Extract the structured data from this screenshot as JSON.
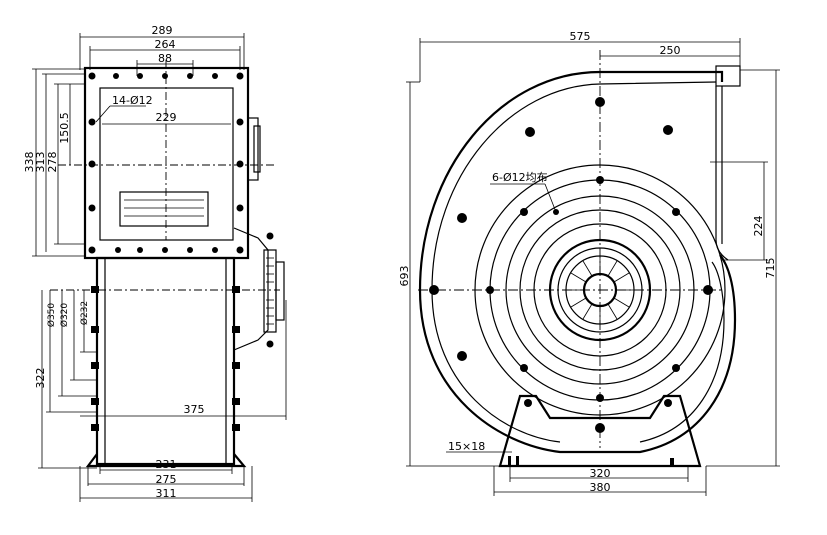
{
  "side_view": {
    "top_dims": [
      "289",
      "264",
      "88"
    ],
    "inner_width": "229",
    "hole_note": "14-Ø12",
    "left_heights": [
      "338",
      "313",
      "278",
      "150.5"
    ],
    "outlet_diams": [
      "Ø350",
      "Ø320",
      "Ø232"
    ],
    "lower_height": "322",
    "housing_width": "375",
    "base_dims": [
      "231",
      "275",
      "311"
    ]
  },
  "front_view": {
    "overall_width": "575",
    "half_width": "250",
    "overall_height": "693",
    "total_height": "715",
    "outlet_offset": "224",
    "bolt_note": "6-Ø12均布",
    "slot_note": "15×18",
    "foot_dims": [
      "320",
      "380"
    ]
  }
}
